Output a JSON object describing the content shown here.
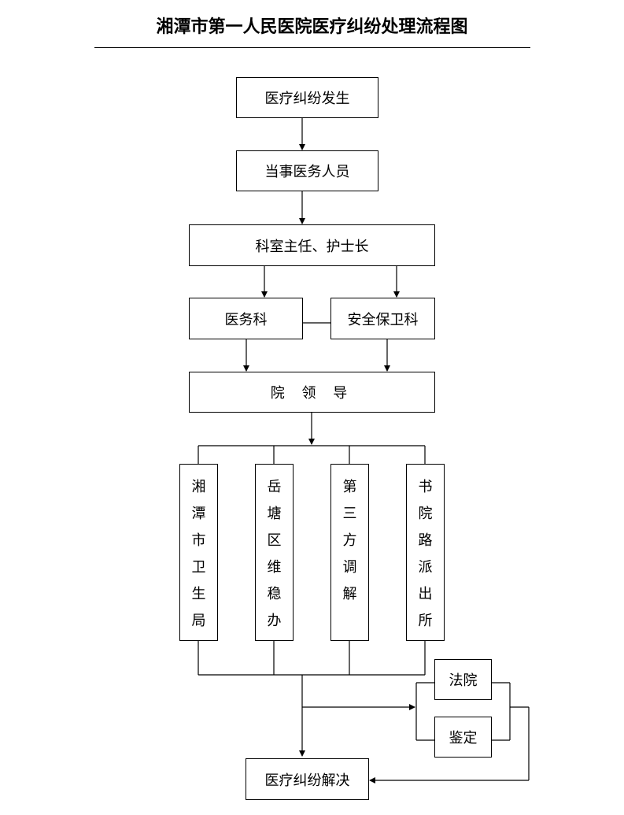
{
  "title": "湘潭市第一人民医院医疗纠纷处理流程图",
  "nodes": {
    "start": "医疗纠纷发生",
    "staff": "当事医务人员",
    "head": "科室主任、护士长",
    "medical_affairs": "医务科",
    "security": "安全保卫科",
    "leaders": "院 领 导",
    "health_bureau": [
      "湘",
      "潭",
      "市",
      "卫",
      "生",
      "局"
    ],
    "stability_office": [
      "岳",
      "塘",
      "区",
      "维",
      "稳",
      "办"
    ],
    "mediation": [
      "第",
      "三",
      "方",
      "调",
      "解"
    ],
    "police": [
      "书",
      "院",
      "路",
      "派",
      "出",
      "所"
    ],
    "court": "法院",
    "appraisal": "鉴定",
    "resolved": "医疗纠纷解决"
  }
}
